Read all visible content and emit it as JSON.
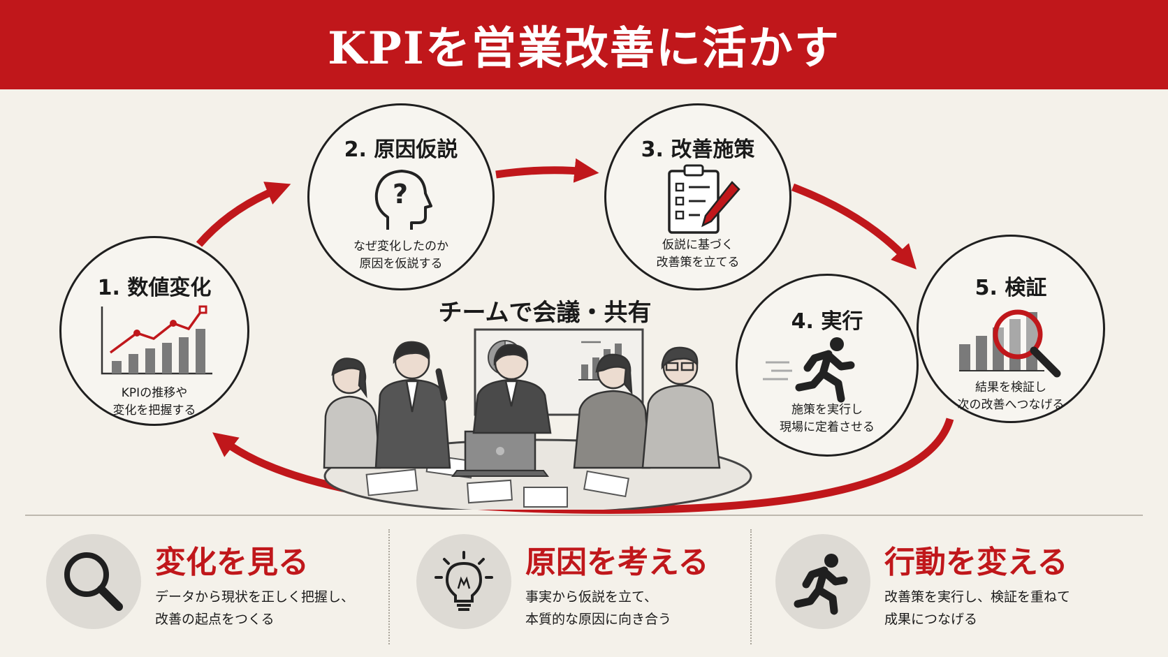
{
  "header": {
    "title": "KPIを営業改善に活かす"
  },
  "colors": {
    "accent": "#c0171b",
    "ink": "#1f1f1f",
    "background": "#f4f1ea"
  },
  "steps": [
    {
      "title": "1. 数値変化",
      "desc": [
        "KPIの推移や",
        "変化を把握する"
      ],
      "icon": "bar-chart-icon"
    },
    {
      "title": "2. 原因仮説",
      "desc": [
        "なぜ変化したのか",
        "原因を仮説する"
      ],
      "icon": "head-question-icon"
    },
    {
      "title": "3. 改善施策",
      "desc": [
        "仮説に基づく",
        "改善策を立てる"
      ],
      "icon": "clipboard-pen-icon"
    },
    {
      "title": "4. 実行",
      "desc": [
        "施策を実行し",
        "現場に定着させる"
      ],
      "icon": "running-person-icon"
    },
    {
      "title": "5. 検証",
      "desc": [
        "結果を検証し",
        "次の改善へつなげる"
      ],
      "icon": "magnifier-chart-icon"
    }
  ],
  "center": {
    "title": "チームで会議・共有"
  },
  "pillars": [
    {
      "title": "変化を見る",
      "desc": [
        "データから現状を正しく把握し、",
        "改善の起点をつくる"
      ],
      "icon": "search-icon"
    },
    {
      "title": "原因を考える",
      "desc": [
        "事実から仮説を立て、",
        "本質的な原因に向き合う"
      ],
      "icon": "lightbulb-icon"
    },
    {
      "title": "行動を変える",
      "desc": [
        "改善策を実行し、検証を重ねて",
        "成果につなげる"
      ],
      "icon": "running-person-icon"
    }
  ]
}
